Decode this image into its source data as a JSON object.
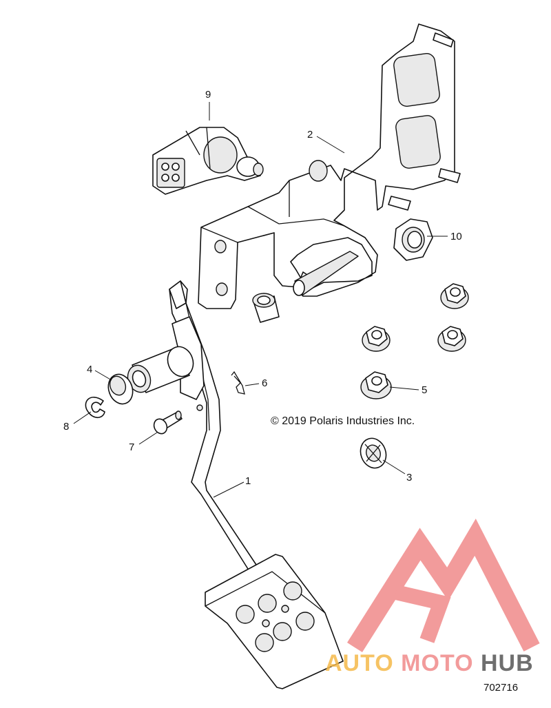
{
  "diagram": {
    "copyright": "© 2019 Polaris Industries Inc.",
    "figure_id": "702716",
    "callouts": [
      {
        "id": "c1",
        "label": "1"
      },
      {
        "id": "c2",
        "label": "2"
      },
      {
        "id": "c3",
        "label": "3"
      },
      {
        "id": "c4",
        "label": "4"
      },
      {
        "id": "c5",
        "label": "5"
      },
      {
        "id": "c6",
        "label": "6"
      },
      {
        "id": "c7",
        "label": "7"
      },
      {
        "id": "c8",
        "label": "8"
      },
      {
        "id": "c9",
        "label": "9"
      },
      {
        "id": "c10",
        "label": "10"
      }
    ]
  },
  "watermark": {
    "text_auto": "AUTO",
    "text_moto": "MOTO",
    "text_hub": "HUB",
    "colors": {
      "triangle": "#f08a8a",
      "auto": "#f5b94a",
      "moto": "#f08a8a",
      "hub": "#555555"
    }
  }
}
